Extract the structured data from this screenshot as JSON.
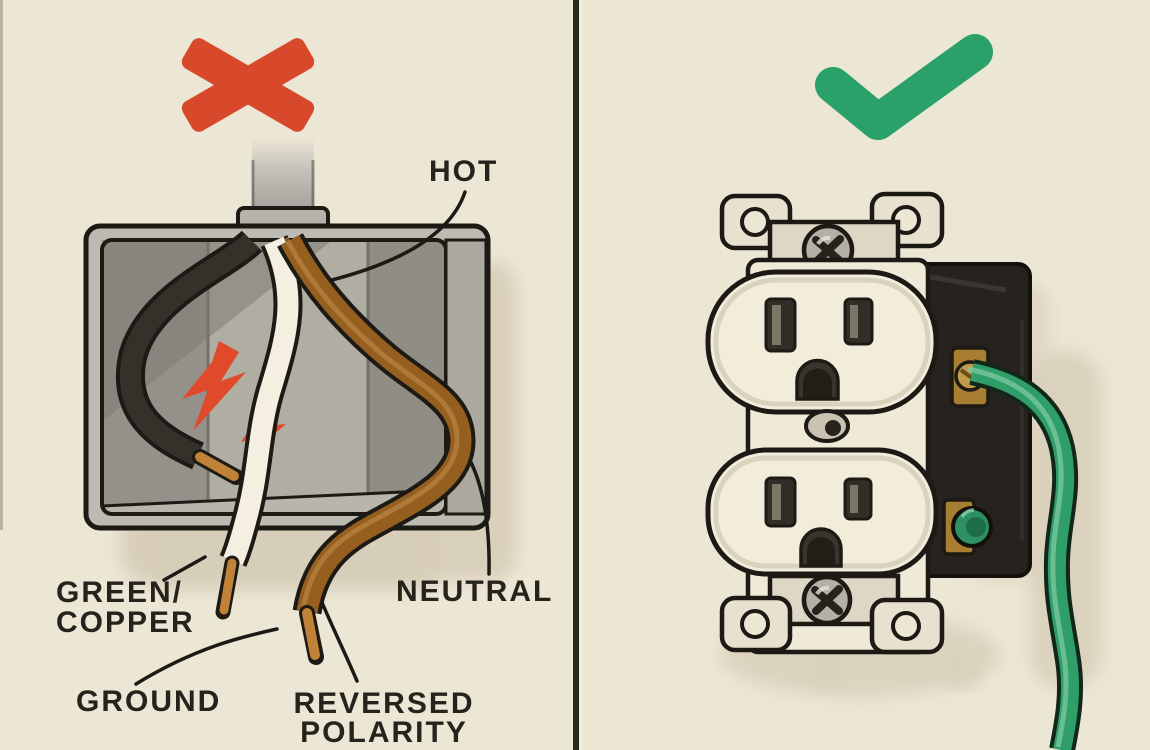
{
  "page": {
    "background": "#ece6d5",
    "divider_color": "#232c1d"
  },
  "left_panel": {
    "meaning": "incorrect wiring example",
    "verdict_icon": "x-mark",
    "labels": {
      "hot": "HOT",
      "green_copper_line1": "GREEN/",
      "green_copper_line2": "COPPER",
      "ground": "GROUND",
      "neutral": "NEUTRAL",
      "reversed_line1": "REVERSED",
      "reversed_line2": "POLARITY"
    },
    "colors": {
      "verdict": "#d8492b",
      "spark": "#e0492a",
      "wire_black": "#34312b",
      "wire_white": "#f4efe1",
      "wire_copper": "#955f1f",
      "copper_tip": "#c08138",
      "box_gray": "#bcbab1",
      "box_interior": "#9d9b90",
      "label_text": "#26231c"
    }
  },
  "right_panel": {
    "meaning": "correct wiring example",
    "verdict_icon": "check-mark",
    "colors": {
      "verdict": "#2aa169",
      "ground_wire": "#2f9e68",
      "outlet_face": "#f2ecdb",
      "outlet_body": "#26231e",
      "brass": "#a87e33",
      "ground_screw": "#2d9164",
      "strap": "#ded7c5"
    }
  }
}
